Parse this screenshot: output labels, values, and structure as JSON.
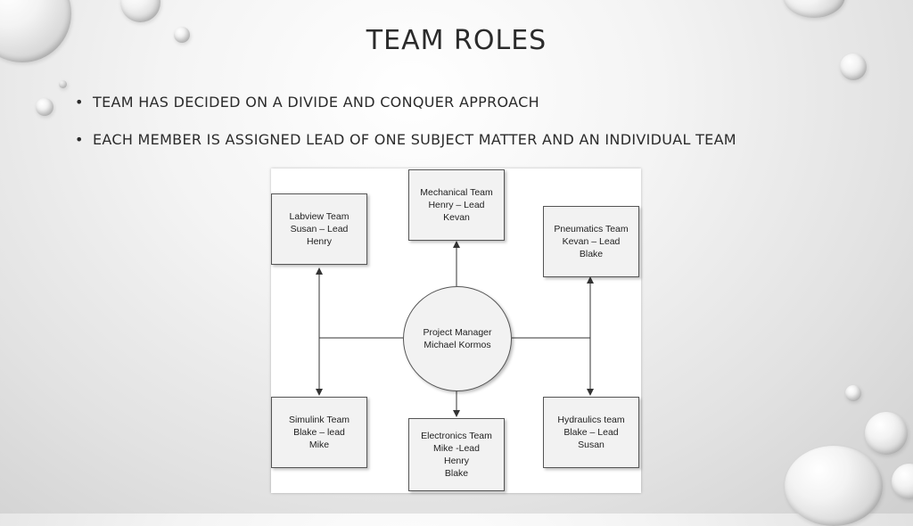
{
  "slide": {
    "title": "TEAM ROLES",
    "bullets": [
      "TEAM HAS DECIDED ON A DIVIDE AND CONQUER APPROACH",
      "EACH MEMBER IS ASSIGNED LEAD OF ONE SUBJECT MATTER AND AN INDIVIDUAL TEAM"
    ],
    "bullet_glyph": "•"
  },
  "diagram": {
    "center": {
      "lines": [
        "Project Manager",
        "Michael Kormos"
      ]
    },
    "labview": {
      "lines": [
        "Labview Team",
        "Susan – Lead",
        "Henry"
      ]
    },
    "mechanical": {
      "lines": [
        "Mechanical Team",
        "Henry – Lead",
        "Kevan"
      ]
    },
    "pneumatics": {
      "lines": [
        "Pneumatics Team",
        "Kevan – Lead",
        "Blake"
      ]
    },
    "simulink": {
      "lines": [
        "Simulink Team",
        "Blake – lead",
        "Mike"
      ]
    },
    "electronics": {
      "lines": [
        "Electronics Team",
        "Mike -Lead",
        "Henry",
        "Blake"
      ]
    },
    "hydraulics": {
      "lines": [
        "Hydraulics team",
        "Blake – Lead",
        "Susan"
      ]
    }
  }
}
